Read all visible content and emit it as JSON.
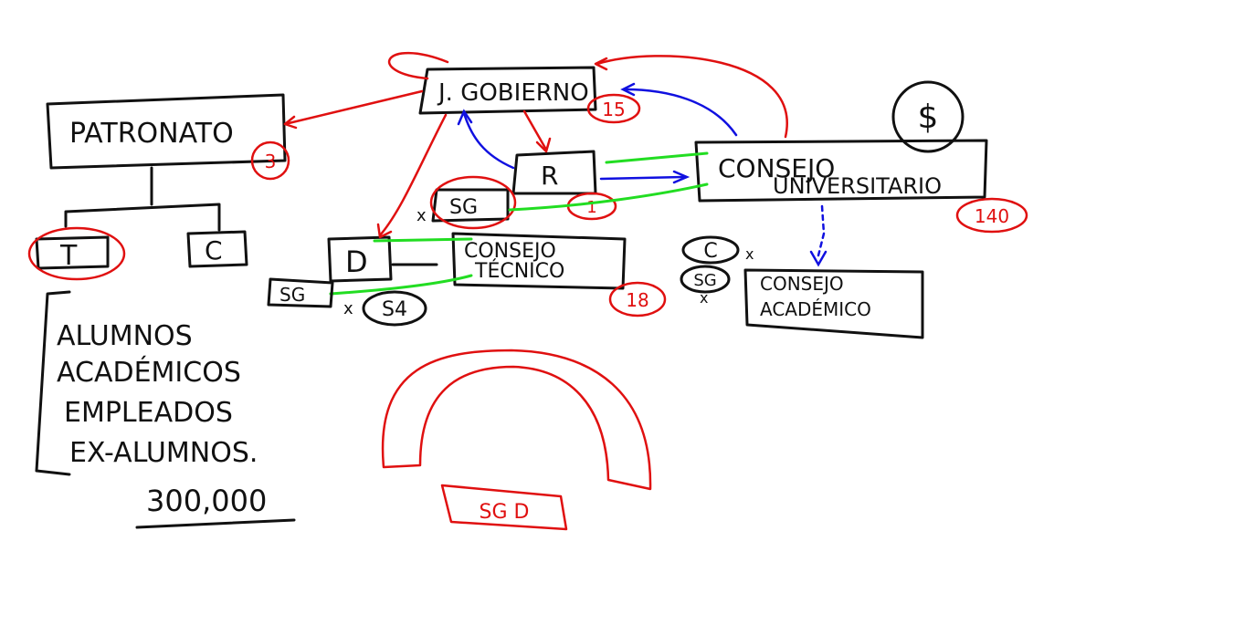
{
  "colors": {
    "ink": "#111111",
    "red": "#e01010",
    "blue": "#1010e0",
    "green": "#22dd22"
  },
  "nodes": {
    "gobierno": {
      "label": "J. GOBIERNO",
      "count": "15"
    },
    "patronato": {
      "label": "PATRONATO",
      "count": "3"
    },
    "rector": {
      "label": "R",
      "count": "1"
    },
    "sg_top": {
      "label": "SG",
      "mark": "x"
    },
    "consejo_universitario": {
      "line1": "CONSEJO",
      "line2": "UNIVERSITARIO",
      "count": "140"
    },
    "dollar": {
      "label": "$"
    },
    "t": {
      "label": "T"
    },
    "c": {
      "label": "C"
    },
    "director": {
      "label": "D"
    },
    "consejo_tecnico": {
      "line1": "CONSEJO",
      "line2": "TÉCNICO",
      "count": "18"
    },
    "sg_bottom": {
      "label": "SG",
      "mark": "x",
      "circled": "S4"
    },
    "consejo_academico": {
      "line1": "CONSEJO",
      "line2": "ACADÉMICO",
      "c_label": "C",
      "sg_label": "SG",
      "mark": "x"
    }
  },
  "members": {
    "items": [
      "ALUMNOS",
      "ACADÉMICOS",
      "EMPLEADOS",
      "EX-ALUMNOS."
    ],
    "total": "300,000"
  },
  "gate": {
    "label": "SG D"
  }
}
